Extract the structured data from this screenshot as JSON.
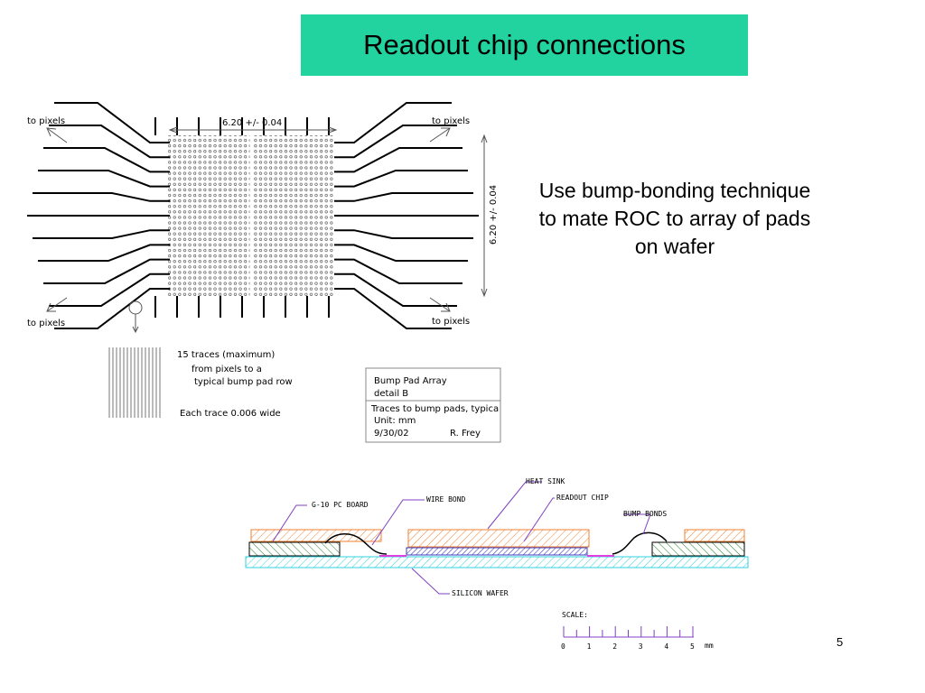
{
  "title": "Readout chip connections",
  "description": "Use bump-bonding technique to mate ROC to array of pads on wafer",
  "page_number": "5",
  "bump_array": {
    "to_pixels_labels": [
      "to pixels",
      "to pixels",
      "to pixels",
      "to pixels"
    ],
    "dim_horizontal": "6.20 +/- 0.04",
    "dim_vertical": "6.20 +/- 0.04"
  },
  "traces_detail": {
    "line1": "15 traces (maximum)",
    "line2": "from pixels to a",
    "line3": "typical bump pad row",
    "line4": "Each trace 0.006 wide"
  },
  "title_block": {
    "line1": "Bump Pad Array",
    "line2": "detail B",
    "line3": "Traces to bump pads, typica",
    "line4": "Unit: mm",
    "date": "9/30/02",
    "author": "R. Frey"
  },
  "cross_section": {
    "labels": {
      "heat_sink": "HEAT SINK",
      "readout_chip": "READOUT CHIP",
      "g10_board": "G-10 PC BOARD",
      "wire_bond": "WIRE BOND",
      "bump_bonds": "BUMP BONDS",
      "silicon_wafer": "SILICON WAFER"
    },
    "colors": {
      "heat_sink": "#f08030",
      "readout_chip": "#4040c0",
      "g10_board": "#208020",
      "silicon_wafer": "#30d0e0",
      "leader": "#8040c0",
      "bump": "#e040e0"
    }
  },
  "scale": {
    "label": "SCALE:",
    "ticks": [
      "0",
      "1",
      "2",
      "3",
      "4",
      "5"
    ],
    "unit": "mm"
  }
}
